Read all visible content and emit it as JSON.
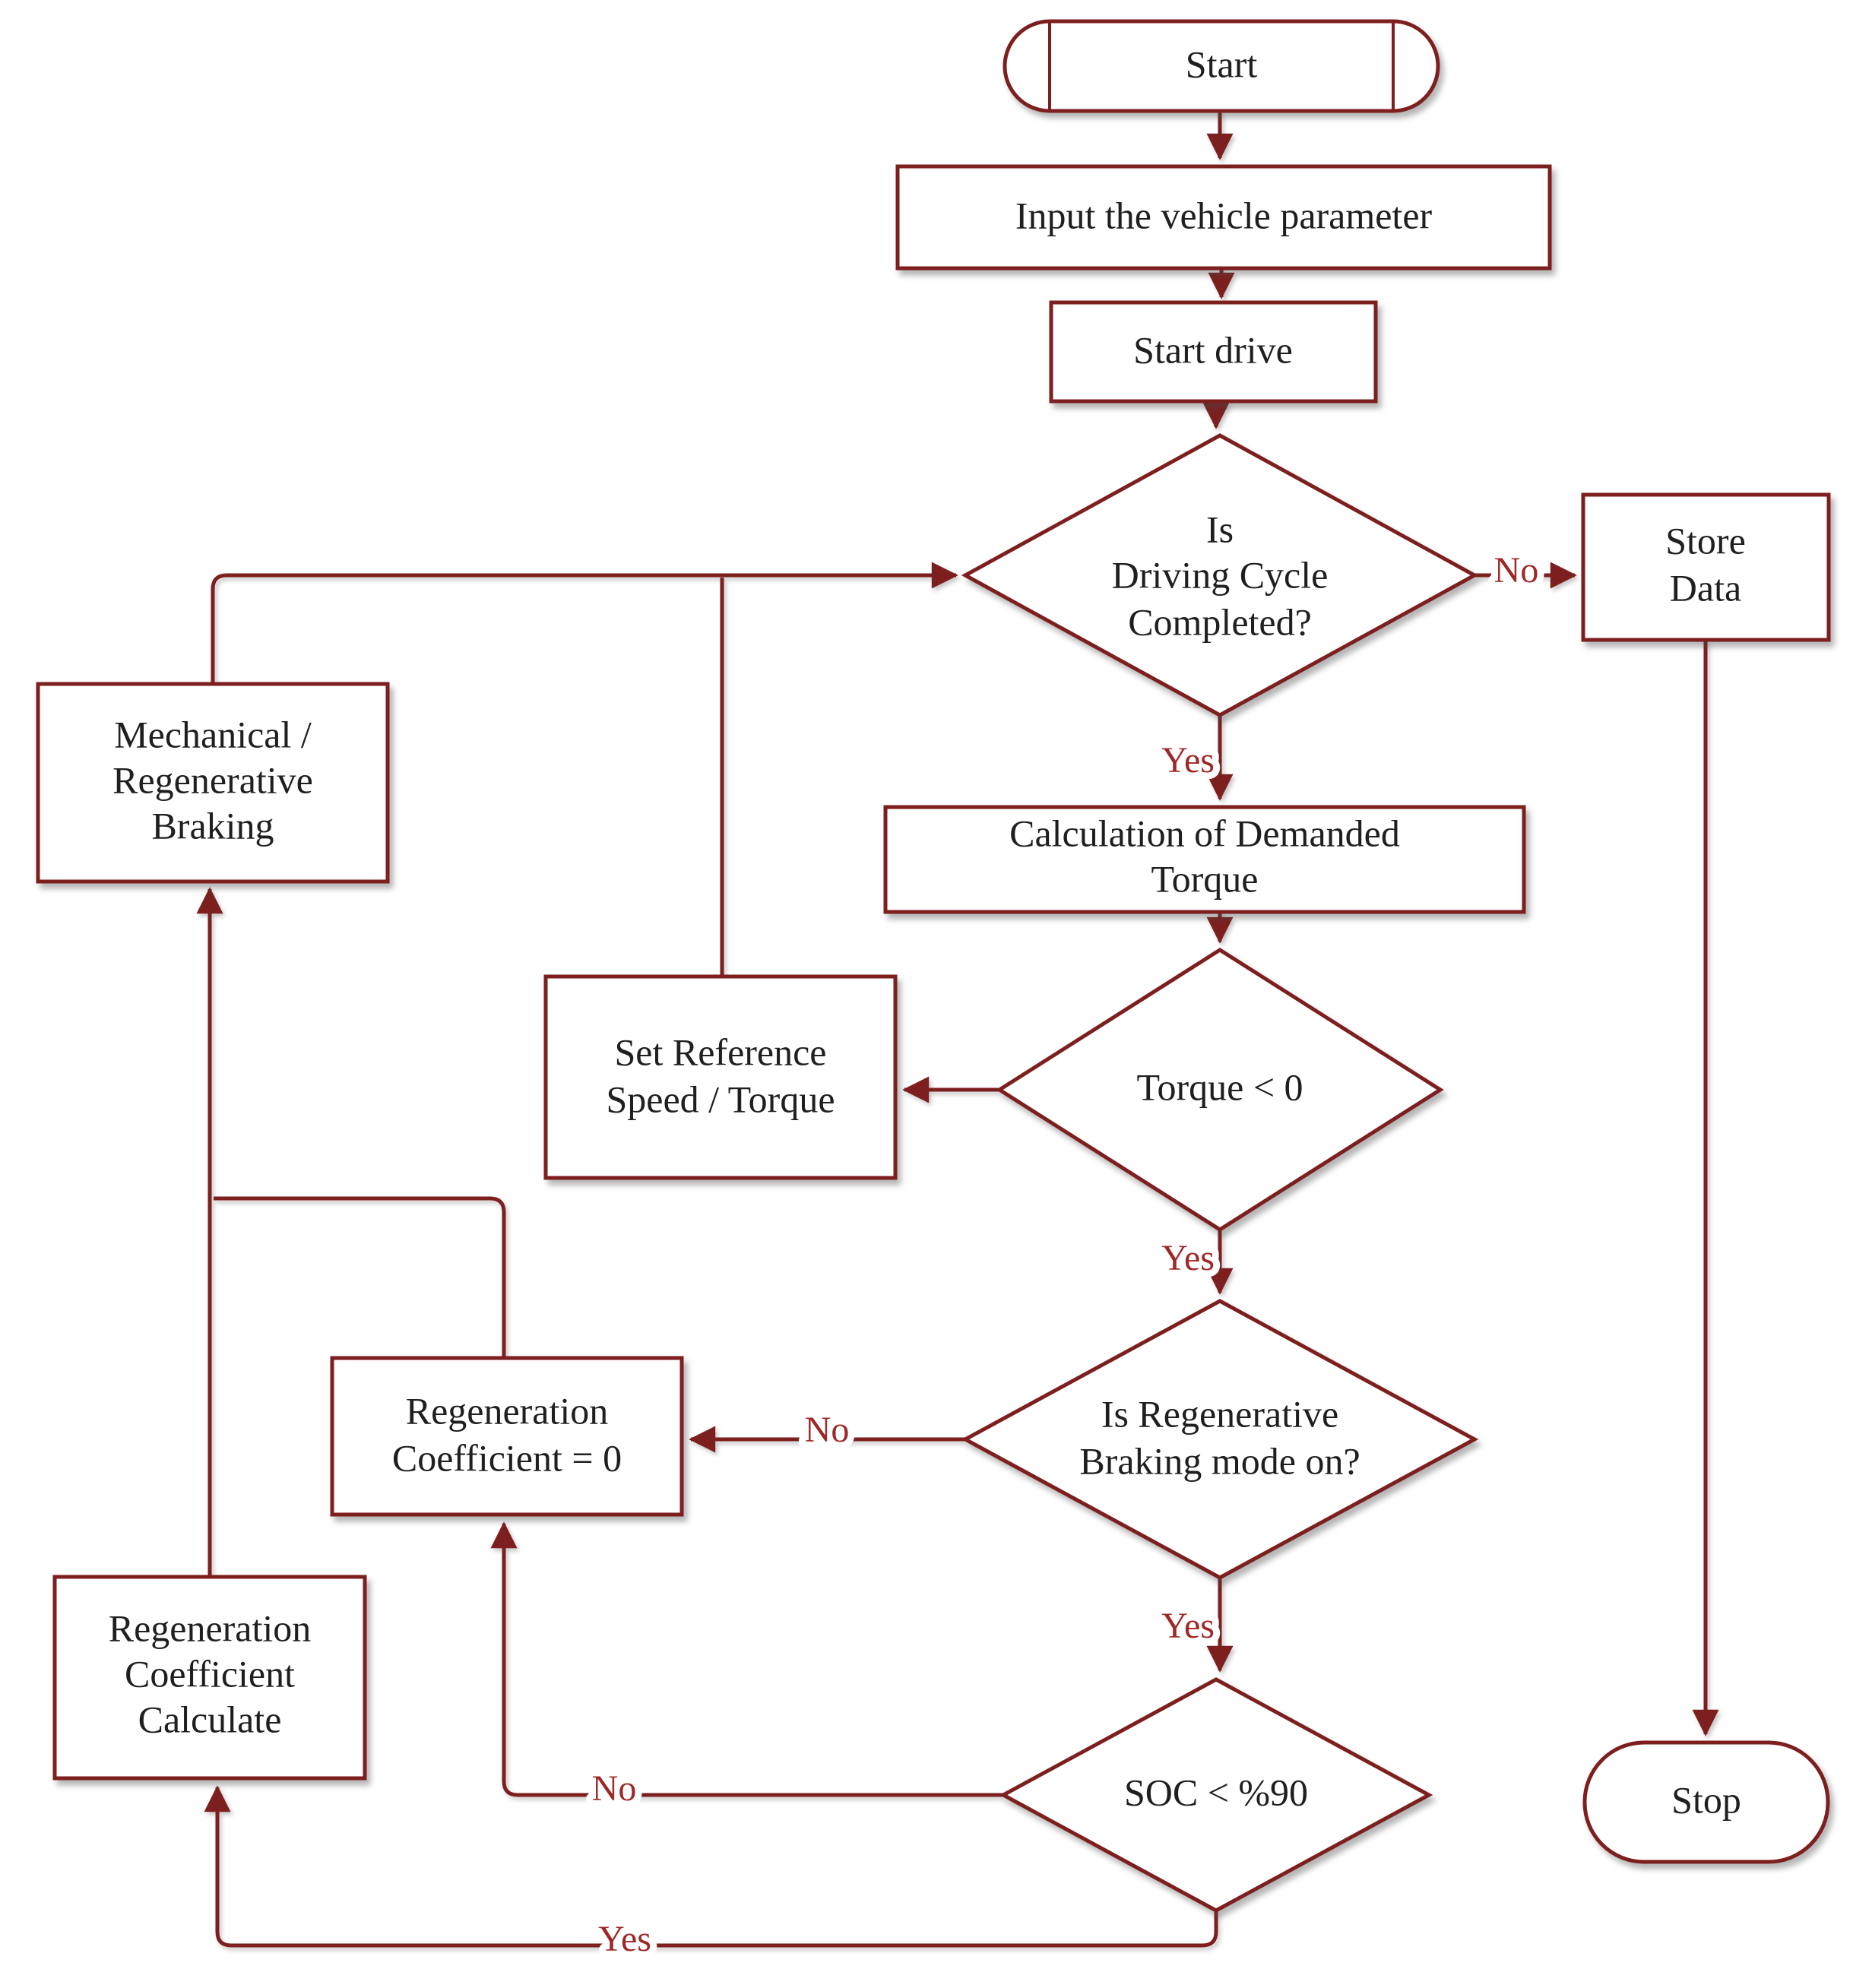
{
  "figure": {
    "description": "Flowchart of a regenerative braking control strategy for an electric vehicle driving cycle simulation"
  },
  "colors": {
    "outline": "#7d1f1f",
    "edge_label": "#9e2828",
    "node_text": "#1f1f1f",
    "background": "#ffffff"
  },
  "nodes": {
    "start": {
      "label": "Start"
    },
    "input_vehicle_parameter": {
      "label": "Input the vehicle parameter"
    },
    "start_drive": {
      "label": "Start drive"
    },
    "driving_cycle_decision": {
      "line1": "Is",
      "line2": "Driving Cycle",
      "line3": "Completed?"
    },
    "store_data": {
      "line1": "Store",
      "line2": "Data"
    },
    "calc_demanded_torque": {
      "line1": "Calculation of Demanded",
      "line2": "Torque"
    },
    "torque_decision": {
      "label": "Torque < 0"
    },
    "set_reference": {
      "line1": "Set Reference",
      "line2": "Speed / Torque"
    },
    "regen_mode_decision": {
      "line1": "Is Regenerative",
      "line2": "Braking mode on?"
    },
    "regen_coeff_zero": {
      "line1": "Regeneration",
      "line2": "Coefficient = 0"
    },
    "soc_decision": {
      "label": "SOC < %90"
    },
    "regen_coeff_calculate": {
      "line1": "Regeneration",
      "line2": "Coefficient",
      "line3": "Calculate"
    },
    "mechanical_regen_braking": {
      "line1": "Mechanical /",
      "line2": "Regenerative",
      "line3": "Braking"
    },
    "stop": {
      "label": "Stop"
    }
  },
  "edge_labels": {
    "cycle_no": "No",
    "cycle_yes": "Yes",
    "torque_yes": "Yes",
    "regen_no": "No",
    "regen_yes": "Yes",
    "soc_no": "No",
    "soc_yes": "Yes"
  }
}
